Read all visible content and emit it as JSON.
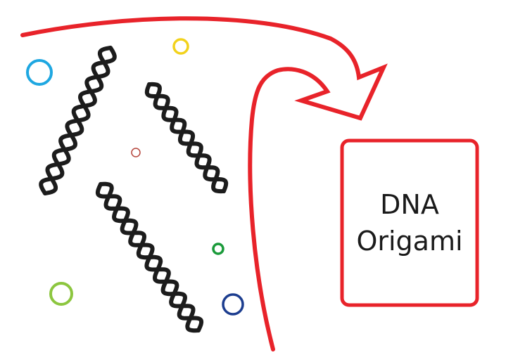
{
  "diagram": {
    "result_box": {
      "line1": "DNA",
      "line2": "Origami",
      "border_color": "#e8232a"
    },
    "arrow": {
      "color": "#e8232a"
    },
    "strand": {
      "color": "#1c1c1c"
    },
    "molecules": [
      {
        "name": "blue-circle",
        "color": "#1ea7e1"
      },
      {
        "name": "yellow-circle",
        "color": "#f2d21b"
      },
      {
        "name": "red-circle",
        "color": "#b5443b"
      },
      {
        "name": "green-circle",
        "color": "#1a9a3a"
      },
      {
        "name": "light-green-circle",
        "color": "#8cc63f"
      },
      {
        "name": "navy-circle",
        "color": "#1c3d8f"
      }
    ]
  }
}
